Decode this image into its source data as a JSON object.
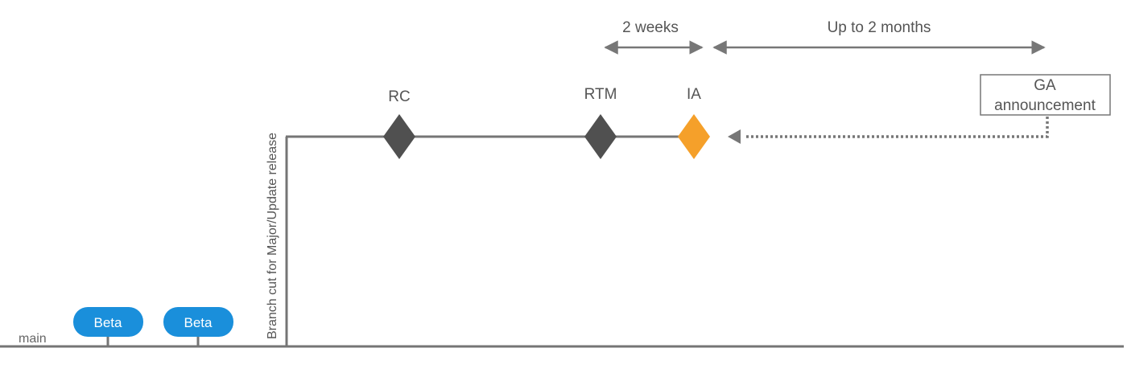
{
  "main_label": "main",
  "beta_label": "Beta",
  "branch_label": "Branch cut for Major/Update release",
  "milestones": {
    "rc": "RC",
    "rtm": "RTM",
    "ia": "IA"
  },
  "durations": {
    "short": "2 weeks",
    "long": "Up to 2 months"
  },
  "ga_box": {
    "line1": "GA",
    "line2": "announcement"
  },
  "colors": {
    "line": "#757575",
    "diamond_dark": "#505050",
    "diamond_ia": "#F5A02A",
    "beta_fill": "#1A8FDB",
    "arrow": "#777777"
  }
}
